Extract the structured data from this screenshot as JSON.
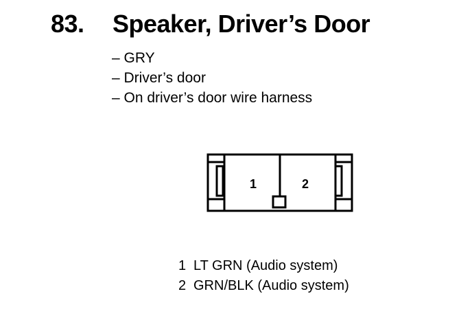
{
  "heading": {
    "number": "83.",
    "title": "Speaker, Driver’s Door"
  },
  "details": [
    "– GRY",
    "– Driver’s door",
    "– On driver’s door wire harness"
  ],
  "connector": {
    "cavity_labels": [
      "1",
      "2"
    ]
  },
  "pins": [
    {
      "number": "1",
      "description": "LT GRN (Audio system)"
    },
    {
      "number": "2",
      "description": "GRN/BLK (Audio system)"
    }
  ]
}
